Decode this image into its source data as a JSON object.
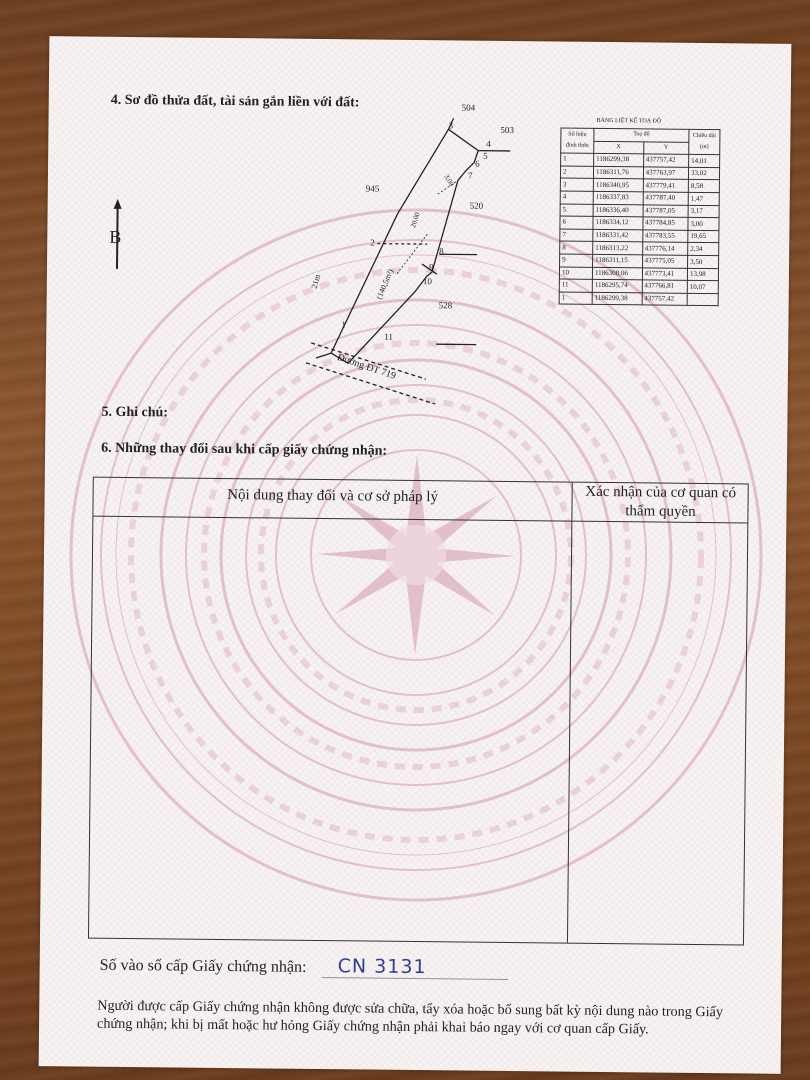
{
  "sections": {
    "s4": "4. Sơ đồ thửa đất, tài sản gắn liền với đất:",
    "s5": "5. Ghi chú:",
    "s6": "6. Những thay đổi sau khi cấp giấy chứng nhận:"
  },
  "diagram": {
    "north": "B",
    "parcels": [
      "504",
      "503",
      "945",
      "520",
      "528"
    ],
    "points": [
      "1",
      "2",
      "3",
      "4",
      "5",
      "6",
      "7",
      "8",
      "9",
      "10",
      "11"
    ],
    "dim_left": "21m",
    "dim_area": "(140,5m²)",
    "dim_length": "20,00",
    "dim_top": "3,00",
    "road": "Đường ĐT 719"
  },
  "coord_table": {
    "title": "BẢNG LIỆT KÊ TOẠ ĐỘ",
    "headers": [
      "Số hiệu đỉnh thửa",
      "Toạ độ",
      "Chiều dài (m)"
    ],
    "subheaders": [
      "X",
      "Y"
    ],
    "rows": [
      {
        "pt": "1",
        "x": "1186299,38",
        "y": "437757,42"
      },
      {
        "pt": "2",
        "x": "1186311,76",
        "y": "437763,97"
      },
      {
        "pt": "3",
        "x": "1186340,95",
        "y": "437779,41"
      },
      {
        "pt": "4",
        "x": "1186337,83",
        "y": "437787,40"
      },
      {
        "pt": "5",
        "x": "1186336,40",
        "y": "437787,05"
      },
      {
        "pt": "6",
        "x": "1186334,12",
        "y": "437784,85"
      },
      {
        "pt": "7",
        "x": "1186331,42",
        "y": "437783,55"
      },
      {
        "pt": "8",
        "x": "1186313,22",
        "y": "437776,14"
      },
      {
        "pt": "9",
        "x": "1186311,15",
        "y": "437775,05"
      },
      {
        "pt": "10",
        "x": "1186308,06",
        "y": "437773,41"
      },
      {
        "pt": "11",
        "x": "1186295,74",
        "y": "437766,81"
      },
      {
        "pt": "1",
        "x": "1186299,38",
        "y": "437757,42"
      }
    ],
    "lengths": [
      "14,01",
      "33,02",
      "8,58",
      "1,47",
      "3,17",
      "3,00",
      "19,65",
      "2,34",
      "3,50",
      "13,98",
      "10,07"
    ]
  },
  "changes_table": {
    "col1": "Nội dung thay đổi và cơ sở pháp lý",
    "col2_line1": "Xác nhận của cơ quan có",
    "col2_line2": "thẩm quyền"
  },
  "registry": {
    "label": "Số vào sổ cấp Giấy chứng nhận:",
    "number": "CN 3131"
  },
  "note": "Người được cấp Giấy chứng nhận không được sửa chữa, tẩy xóa hoặc bổ sung bất kỳ nội dung nào trong Giấy chứng nhận; khi bị mất hoặc hư hỏng Giấy chứng nhận phải khai báo ngay với cơ quan cấp Giấy."
}
